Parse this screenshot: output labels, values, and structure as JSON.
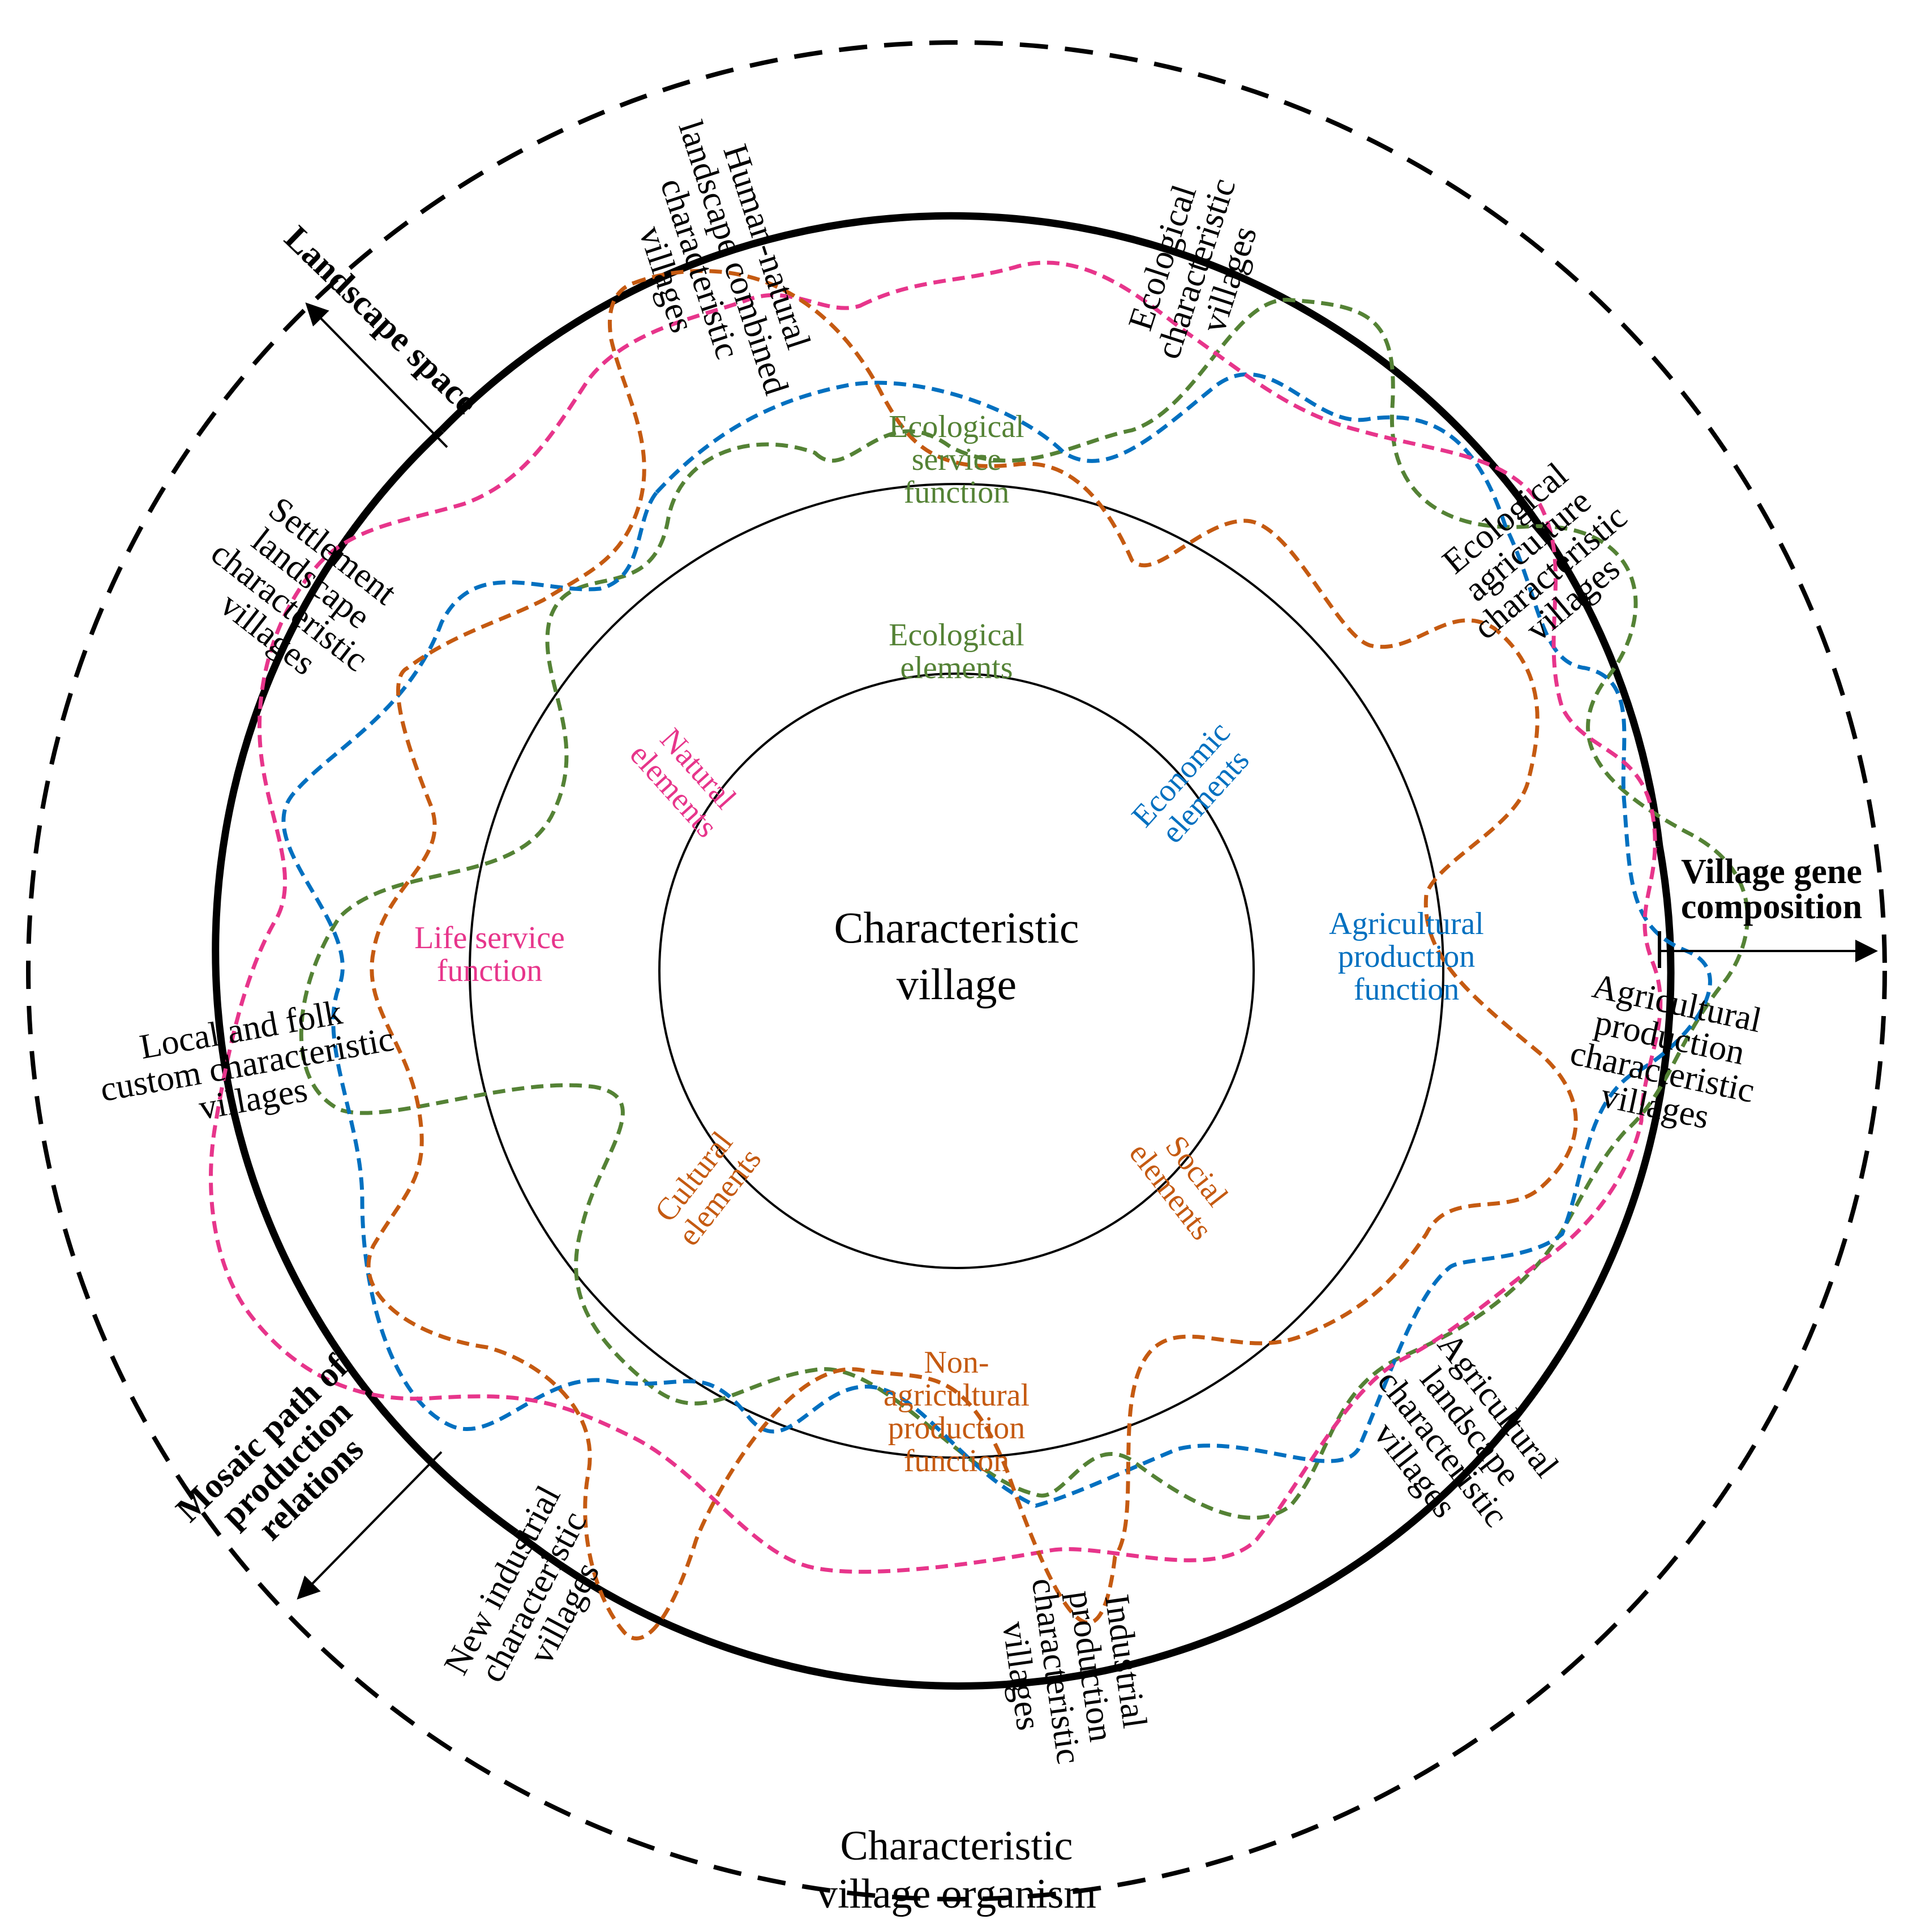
{
  "colors": {
    "ecological": "#548235",
    "economic": "#0070C0",
    "natural": "#E7358B",
    "cultural": "#C55A11",
    "black": "#000000"
  },
  "center": {
    "line1": "Characteristic",
    "line2": "village"
  },
  "elements": {
    "ecological": [
      "Ecological",
      "elements"
    ],
    "economic": [
      "Economic",
      "elements"
    ],
    "natural": [
      "Natural",
      "elements"
    ],
    "cultural": [
      "Cultural",
      "elements"
    ],
    "social": [
      "Social",
      "elements"
    ]
  },
  "functions": {
    "ecological_service": [
      "Ecological",
      "service",
      "function"
    ],
    "agricultural_production": [
      "Agricultural",
      "production",
      "function"
    ],
    "life_service": [
      "Life service",
      "function"
    ],
    "non_agricultural_production": [
      "Non-",
      "agricultural",
      "production",
      "function"
    ]
  },
  "village_types": {
    "human_natural": [
      "Human-natural",
      "landscape combined",
      "characteristic",
      "villages"
    ],
    "ecological": [
      "Ecological",
      "characteristic",
      "villages"
    ],
    "ecological_agriculture": [
      "Ecological",
      "agriculture",
      "characteristic",
      "villages"
    ],
    "settlement_landscape": [
      "Settlement",
      "landscape",
      "characteristic",
      "villages"
    ],
    "local_folk": [
      "Local and folk",
      "custom characteristic",
      "villages"
    ],
    "agricultural_production": [
      "Agricultural",
      "production",
      "characteristic",
      "villages"
    ],
    "agricultural_landscape": [
      "Agricultural",
      "landscape",
      "characteristic",
      "villages"
    ],
    "industrial_production": [
      "Industrial",
      "production",
      "characteristic",
      "villages"
    ],
    "new_industrial": [
      "New industrial",
      "characteristic",
      "villages"
    ]
  },
  "dimensions": {
    "landscape_space": "Landscape space",
    "village_gene": [
      "Village gene",
      "composition"
    ],
    "mosaic_path": [
      "Mosaic path of",
      "production",
      "relations"
    ]
  },
  "outer_label": [
    "Characteristic",
    "village organism"
  ]
}
